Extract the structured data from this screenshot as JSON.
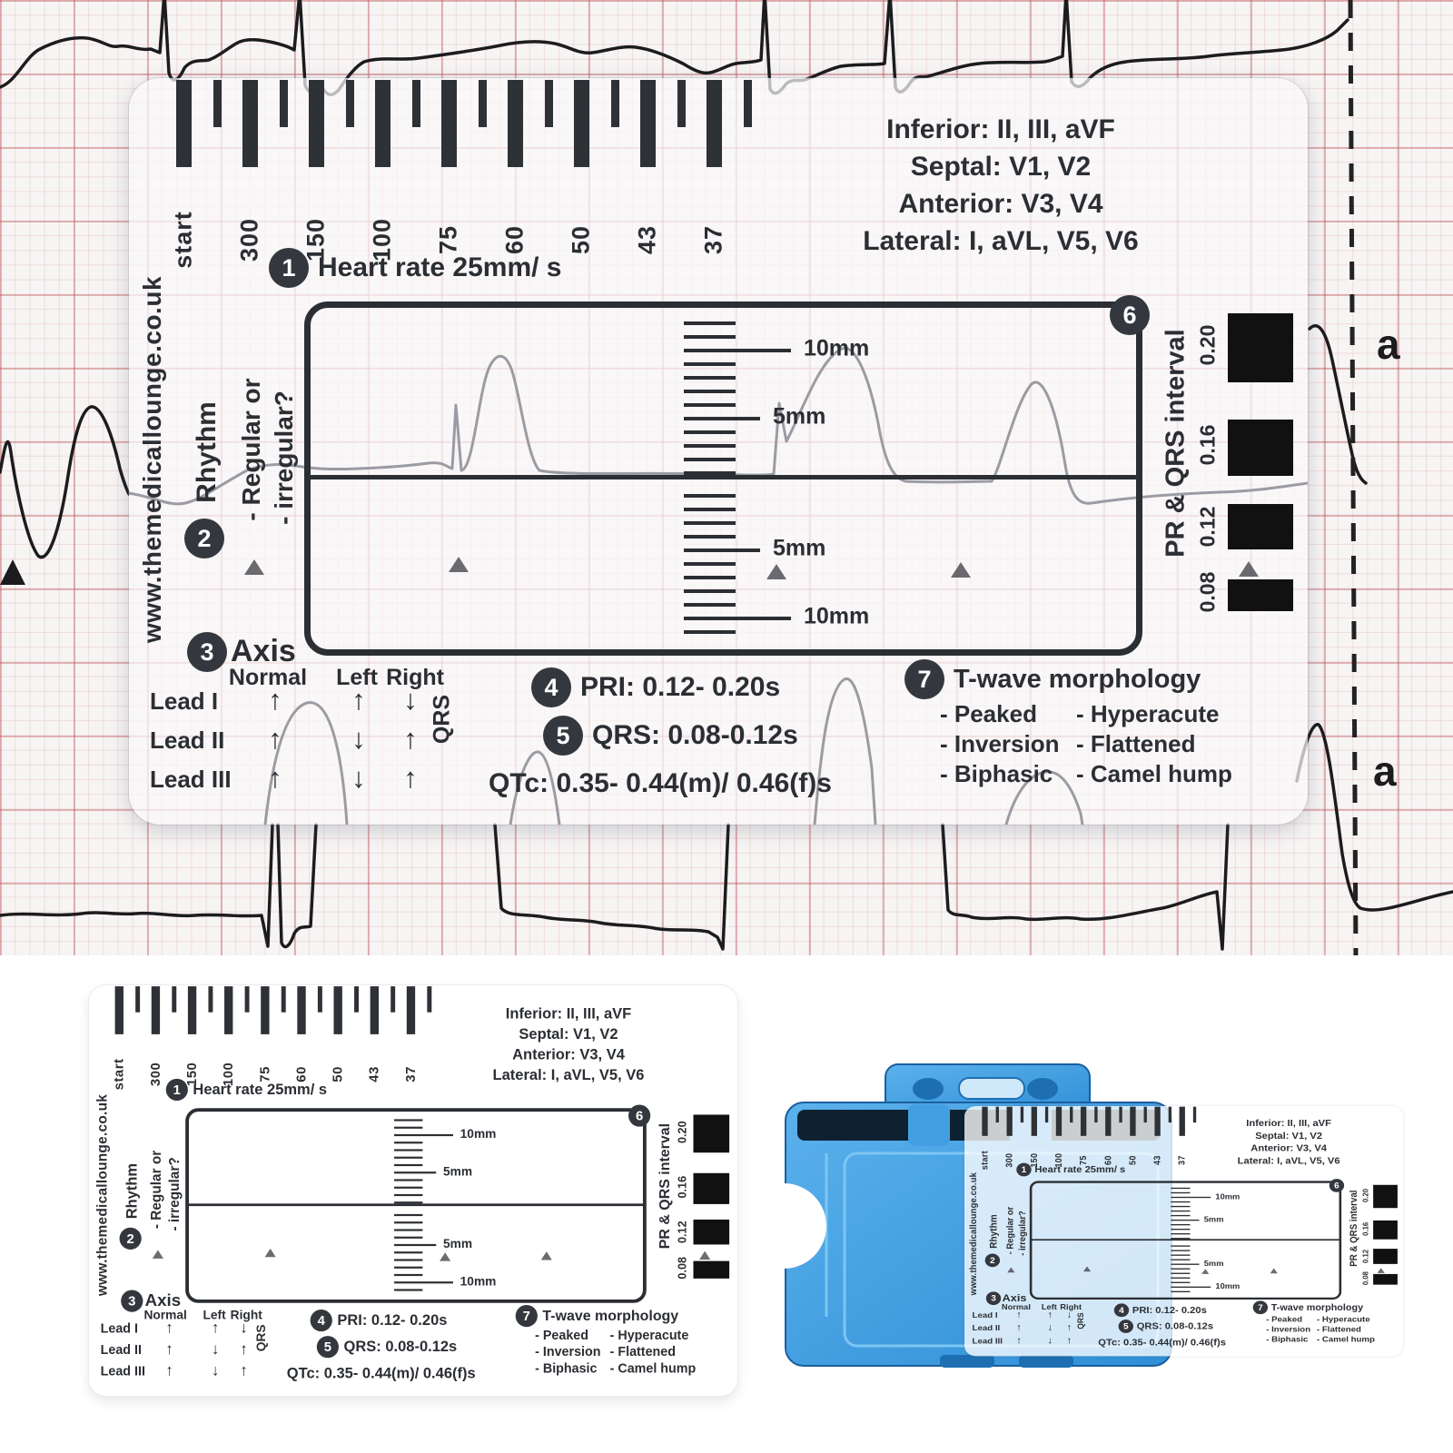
{
  "colors": {
    "paper": "#f7f4f4",
    "grid_major": "#be5a5f",
    "grid_minor": "#cd7d7d",
    "card_print": "#2b2e33",
    "trace_black": "#1c1c1e",
    "trace_gray": "#9b9ba3",
    "holder_blue": "#3f9fe3",
    "holder_dark": "#0e2130"
  },
  "paper": {
    "lead_label_top": "a",
    "lead_label_bottom": "a"
  },
  "card": {
    "website": "www.themedicallounge.co.uk",
    "rate_scale": {
      "labels": [
        "start",
        "300",
        "150",
        "100",
        "75",
        "60",
        "50",
        "43",
        "37"
      ]
    },
    "territories": [
      "Inferior: II, III, aVF",
      "Septal: V1, V2",
      "Anterior: V3, V4",
      "Lateral: I, aVL, V5, V6"
    ],
    "mm_ruler": {
      "labels": [
        "10mm",
        "5mm",
        "5mm",
        "10mm"
      ]
    },
    "steps": {
      "heart_rate": {
        "num": "1",
        "label": "Heart rate 25mm/ s"
      },
      "rhythm": {
        "num": "2",
        "label": "Rhythm",
        "lines": [
          "- Regular or",
          "- irregular?"
        ]
      },
      "axis": {
        "num": "3",
        "label": "Axis",
        "columns": [
          "Normal",
          "Left",
          "Right"
        ],
        "qrs_label": "QRS",
        "rows": [
          {
            "lead": "Lead I",
            "arrows": [
              "↑",
              "↑",
              "↓"
            ]
          },
          {
            "lead": "Lead II",
            "arrows": [
              "↑",
              "↓",
              "↑"
            ]
          },
          {
            "lead": "Lead III",
            "arrows": [
              "↑",
              "↓",
              "↑"
            ]
          }
        ]
      },
      "pri": {
        "num": "4",
        "label": "PRI: 0.12- 0.20s"
      },
      "qrs": {
        "num": "5",
        "label": "QRS: 0.08-0.12s"
      },
      "qtc": "QTc: 0.35- 0.44(m)/ 0.46(f)s",
      "pr_qrs_interval": {
        "num": "6",
        "label": "PR & QRS interval",
        "values": [
          "0.08",
          "0.12",
          "0.16",
          "0.20"
        ]
      },
      "t_wave": {
        "num": "7",
        "label": "T-wave morphology",
        "col1": [
          "- Peaked",
          "- Inversion",
          "- Biphasic"
        ],
        "col2": [
          "- Hyperacute",
          "- Flattened",
          "- Camel hump"
        ]
      }
    }
  }
}
